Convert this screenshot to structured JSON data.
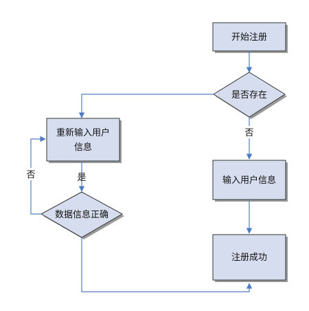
{
  "diagram": {
    "nodes": {
      "start": {
        "label": "开始注册"
      },
      "exists_check": {
        "label": "是否存在"
      },
      "reenter": {
        "label_line1": "重新输入用户",
        "label_line2": "信息"
      },
      "input_info": {
        "label": "输入用户信息"
      },
      "validate": {
        "label": "数据信息正确"
      },
      "success": {
        "label": "注册成功"
      }
    },
    "edges": {
      "exists_no_label": "否",
      "validate_yes_label": "是",
      "validate_no_label": "否"
    },
    "colors": {
      "node_fill": "#d6ddee",
      "node_stroke": "#333333",
      "shadow": "#9a9a9a",
      "edge": "#4f7cc0"
    }
  }
}
